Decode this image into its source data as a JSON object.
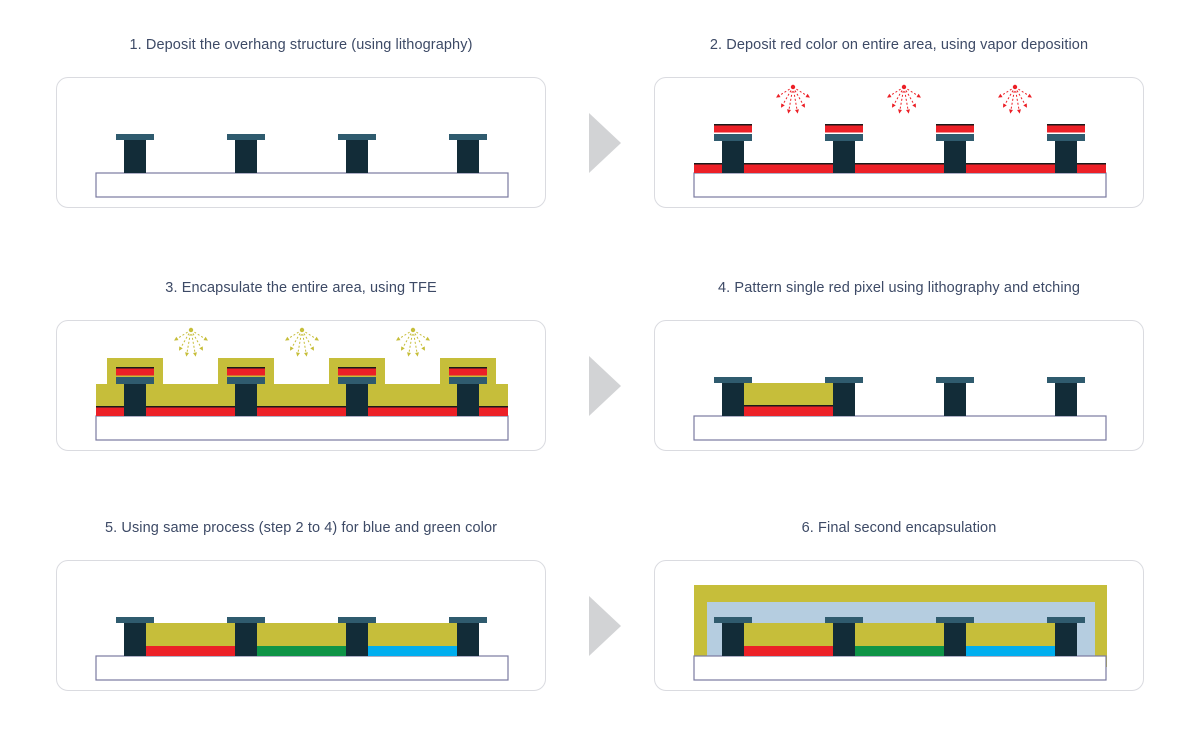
{
  "steps": [
    {
      "number": 1,
      "title": "1. Deposit the overhang structure (using lithography)",
      "stage": "overhang"
    },
    {
      "number": 2,
      "title": "2. Deposit red color on entire area, using vapor deposition",
      "stage": "red-deposit"
    },
    {
      "number": 3,
      "title": "3. Encapsulate the entire area, using TFE",
      "stage": "tfe"
    },
    {
      "number": 4,
      "title": "4. Pattern single red pixel using lithography and etching",
      "stage": "pattern"
    },
    {
      "number": 5,
      "title": "5. Using same process (step 2 to 4) for blue and green color",
      "stage": "rgb"
    },
    {
      "number": 6,
      "title": "6. Final second encapsulation",
      "stage": "final"
    }
  ],
  "colors": {
    "cap": "#2f5b6e",
    "stem": "#122c38",
    "red": "#ec2027",
    "green": "#0f9447",
    "blue": "#00aeef",
    "tfe": "#c6be3a",
    "encap_inner": "#b5cde0",
    "substrate_border": "#7a7aa0",
    "black_line": "#1a1a1a",
    "arrow": "#d2d3d5"
  },
  "icons": {
    "arrow": "right-chevron-arrow-icon",
    "spray": "deposition-spray-icon"
  }
}
